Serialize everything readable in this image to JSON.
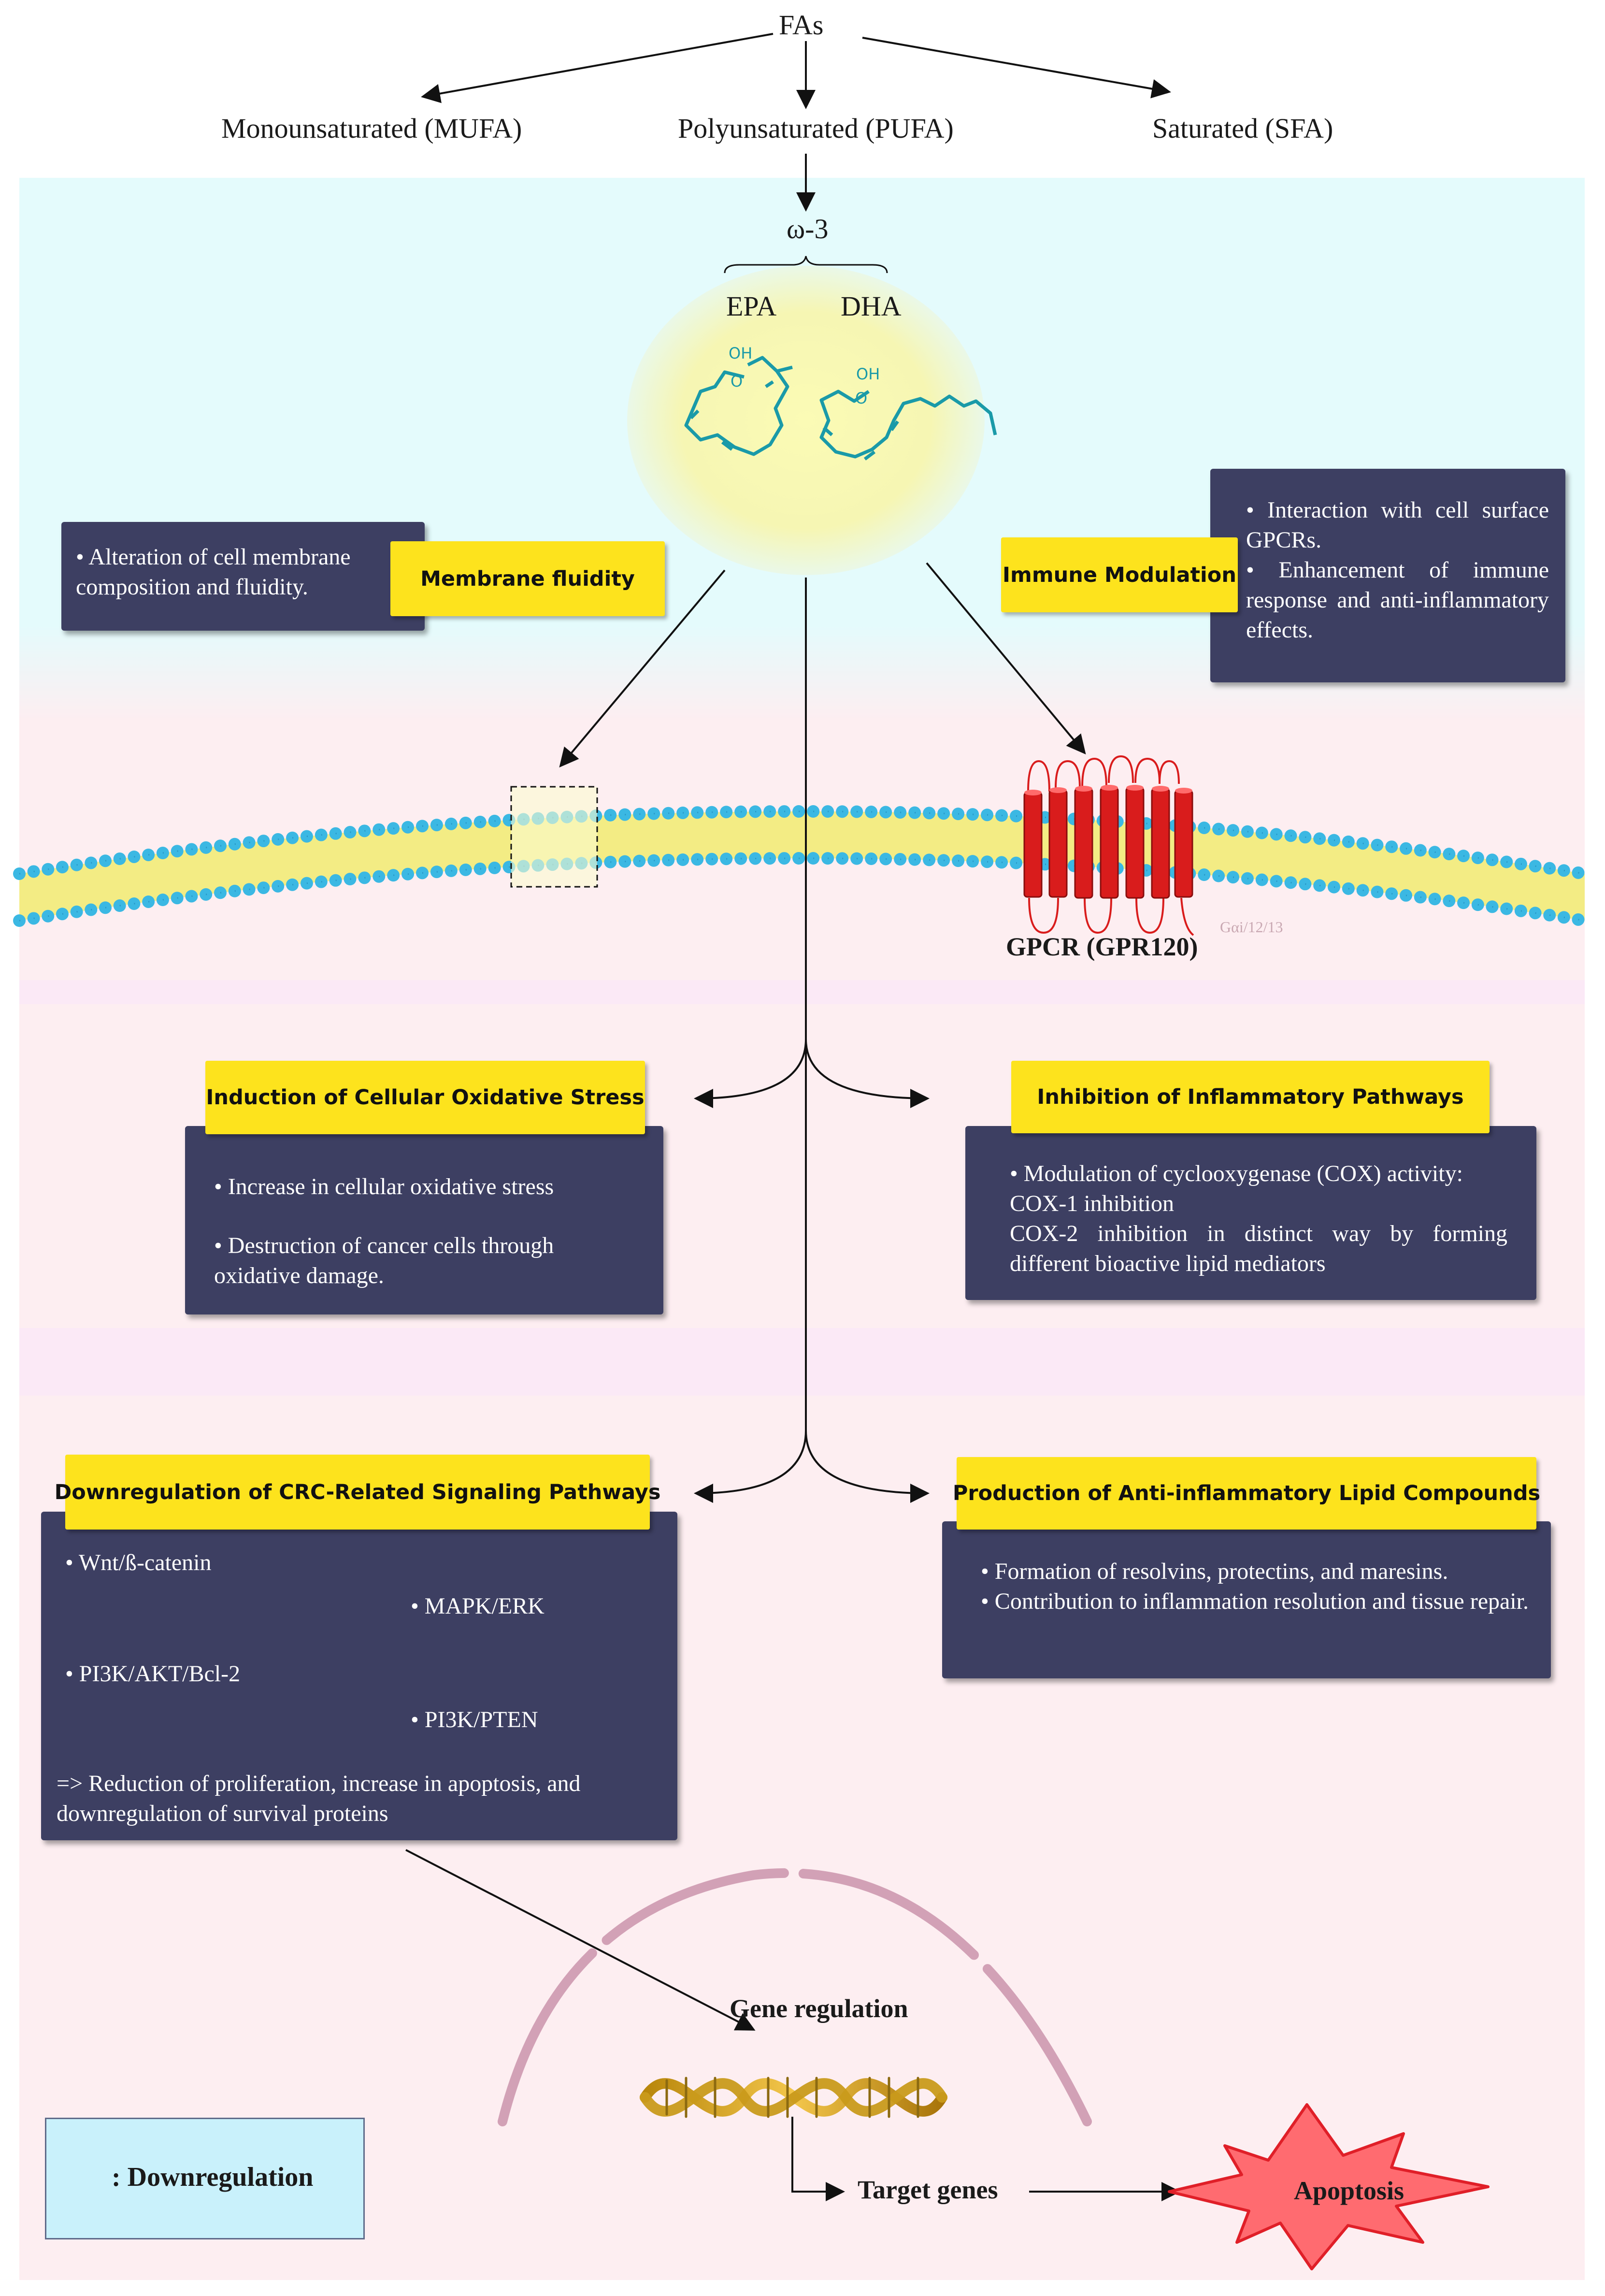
{
  "top": {
    "fas": "FAs",
    "mufa": "Monounsaturated (MUFA)",
    "pufa": "Polyunsaturated (PUFA)",
    "sfa": "Saturated (SFA)",
    "omega3": "ω-3",
    "epa": "EPA",
    "dha": "DHA",
    "oh": "OH",
    "o": "O"
  },
  "membrane": {
    "box_text": "• Alteration of cell membrane composition and fluidity.",
    "label": "Membrane fluidity"
  },
  "immune": {
    "label": "Immune Modulation",
    "line1": "• Interaction with cell surface GPCRs.",
    "line2": "• Enhancement of immune response and anti-inflammatory effects."
  },
  "gpcr": {
    "label": "GPCR (GPR120)",
    "faint": "Gαi/12/13"
  },
  "oxidative": {
    "label": "Induction of Cellular Oxidative Stress",
    "item1": "• Increase in cellular oxidative stress",
    "item2": "• Destruction of cancer cells through oxidative damage."
  },
  "inflammatory": {
    "label": "Inhibition of Inflammatory Pathways",
    "line1": "• Modulation of cyclooxygenase (COX) activity:",
    "line2": "COX-1 inhibition",
    "line3": "COX-2 inhibition in distinct way by forming different bioactive lipid mediators"
  },
  "crc": {
    "label": "Downregulation of CRC-Related Signaling Pathways",
    "wnt": "• Wnt/ß-catenin",
    "mapk": "• MAPK/ERK",
    "pi3k_akt": "• PI3K/AKT/Bcl-2",
    "pi3k_pten": "• PI3K/PTEN",
    "summary": "=> Reduction of proliferation, increase in apoptosis, and downregulation of survival proteins"
  },
  "lipid": {
    "label": "Production of Anti-inflammatory Lipid Compounds",
    "line1": "• Formation of resolvins, protectins, and maresins.",
    "line2": "• Contribution to inflammation resolution and tissue repair."
  },
  "bottom": {
    "gene_regulation": "Gene regulation",
    "target_genes": "Target genes",
    "apoptosis": "Apoptosis"
  },
  "legend": {
    "text": ": Downregulation"
  },
  "colors": {
    "dark_box": "#3d3f62",
    "yellow_label": "#fde31d",
    "membrane_yellow": "#f3ec84",
    "membrane_head": "#3bb8e3",
    "receptor_red": "#d91c1c",
    "chem_teal": "#1a9aa8",
    "apoptosis_red": "#ff2f35",
    "legend_bg": "#c9f1fb"
  }
}
